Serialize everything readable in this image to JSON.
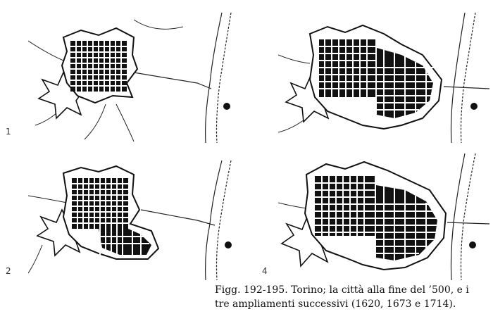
{
  "panels": [
    {
      "label": "1"
    },
    {
      "label": "2"
    },
    {
      "label": "4"
    }
  ],
  "caption": {
    "line1": "Figg. 192-195. Torino; la città alla fine del ’500, e i",
    "line2": "tre ampliamenti successivi (1620, 1673 e 1714)."
  }
}
